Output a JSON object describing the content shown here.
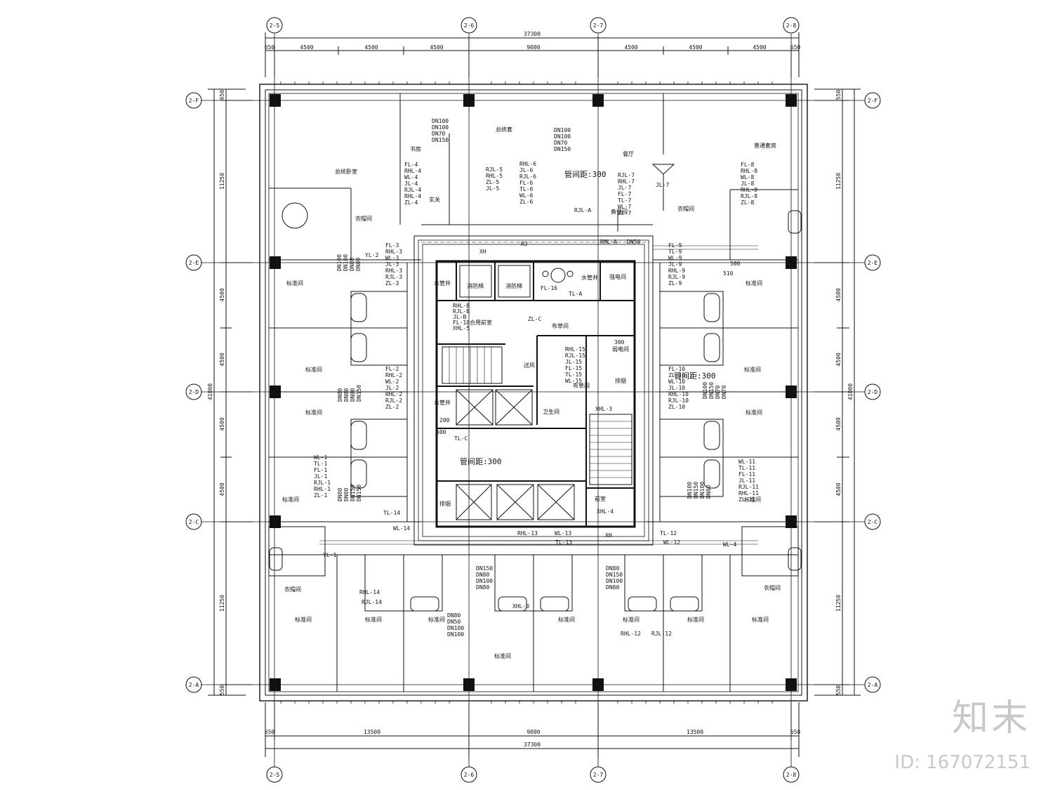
{
  "axes": {
    "top": [
      "2-5",
      "2-6",
      "2-7",
      "2-8"
    ],
    "left": [
      "2-F",
      "2-E",
      "2-D",
      "2-C",
      "2-A"
    ]
  },
  "dimensions": {
    "overall": "37300",
    "top_segments": [
      "650",
      "4500",
      "4500",
      "4500",
      "9000",
      "4500",
      "4500",
      "4500",
      "650"
    ],
    "bottom_segments": [
      "650",
      "13500",
      "9000",
      "13500",
      "650"
    ],
    "left_overall": "41800",
    "left_segments": [
      "650",
      "11250",
      "4500",
      "4500",
      "4500",
      "4500",
      "11250",
      "550"
    ],
    "right_overall": "41800",
    "right_segments": [
      "550",
      "11250",
      "4500",
      "4500",
      "4500",
      "4500",
      "11250",
      "550"
    ]
  },
  "rooms": {
    "presidential_suite": "总统套",
    "presidential_bedroom": "总统卧室",
    "study": "书房",
    "foyer": "玄关",
    "dining": "餐厅",
    "pantry": "备餐间",
    "standard_suite": "普通套房",
    "closet": "衣帽间",
    "standard_room": "标准间",
    "common_lobby": "合用前室",
    "lobby": "前室",
    "linen": "布草间",
    "pipe_shaft": "水管井",
    "fire_elevator": "消防梯",
    "weak_current": "弱电间",
    "strong_current": "强电间",
    "toilet": "卫生间",
    "exhaust": "送风",
    "smoke": "排烟"
  },
  "pipe_labels": {
    "group_nw": [
      "FL-4",
      "RHL-4",
      "WL-4",
      "JL-4",
      "RJL-4",
      "RHL-4",
      "ZL-4"
    ],
    "group_n1": [
      "RJL-5",
      "RHL-5",
      "ZL-5",
      "JL-5"
    ],
    "group_n2": [
      "RHL-6",
      "JL-6",
      "RJL-6",
      "FL-6",
      "TL-6",
      "WL-6",
      "ZL-6"
    ],
    "group_n3": [
      "RJL-7",
      "RHL-7",
      "JL-7",
      "FL-7",
      "TL-7",
      "WL-7",
      "ZL-7"
    ],
    "group_ne": [
      "FL-8",
      "RHL-8",
      "WL-8",
      "JL-8",
      "RHL-8",
      "RJL-8",
      "ZL-8"
    ],
    "group_w1": [
      "FL-3",
      "RHL-3",
      "WL-3",
      "JL-3",
      "RHL-3",
      "RJL-3",
      "ZL-3"
    ],
    "group_w2": [
      "FL-2",
      "RHL-2",
      "WL-2",
      "JL-2",
      "RHL-2",
      "RJL-2",
      "ZL-2"
    ],
    "group_w3": [
      "WL-1",
      "TL-1",
      "FL-1",
      "JL-1",
      "RJL-1",
      "RHL-1",
      "ZL-1"
    ],
    "group_e1": [
      "FL-9",
      "TL-9",
      "WL-9",
      "JL-9",
      "RHL-9",
      "RJL-9",
      "ZL-9"
    ],
    "group_e2": [
      "FL-10",
      "ZL-10",
      "WL-10",
      "JL-10",
      "RHL-10",
      "RJL-10",
      "ZL-10"
    ],
    "group_e3": [
      "WL-11",
      "TL-11",
      "FL-11",
      "JL-11",
      "RJL-11",
      "RHL-11",
      "ZL-11"
    ],
    "group_core": [
      "RHL-B",
      "RJL-B",
      "JL-B",
      "FL-18",
      "XHL-5"
    ],
    "group_core2": [
      "RHL-15",
      "RJL-15",
      "JL-15",
      "FL-15",
      "TL-15",
      "WL-15"
    ],
    "dn_a": [
      "DN100",
      "DN100",
      "DN70",
      "DN150"
    ],
    "dn_b": [
      "DN100",
      "DN100",
      "DN70",
      "DN150"
    ],
    "dn_c": [
      "DN100",
      "DN100",
      "DN80",
      "DN80"
    ],
    "dn_d": [
      "DN80",
      "DN80",
      "DN80",
      "DN150"
    ],
    "dn_e": [
      "DN80",
      "DN80",
      "DN150",
      "DN150"
    ],
    "dn_f": [
      "DN100",
      "DN150",
      "DN70",
      "DN70"
    ],
    "dn_g": [
      "DN100",
      "DN150",
      "DN100",
      "DN80"
    ],
    "dn_h": [
      "DN150",
      "DN80",
      "DN100",
      "DN80"
    ],
    "dn_i": [
      "DN80",
      "DN150",
      "DN100",
      "DN80"
    ],
    "dn_j": [
      "DN80",
      "DN50",
      "DN100",
      "DN100"
    ],
    "misc": [
      "YL-2",
      "YL-1",
      "RML-A",
      "DN50",
      "XH",
      "RJ",
      "TL-A",
      "TL-C",
      "ZL-C",
      "FL-16",
      "XHL-3",
      "XHL-4",
      "XHL-0",
      "RHL-12",
      "RJL-12",
      "RHL-14",
      "RJL-14",
      "TL-14",
      "WL-14",
      "RHL-13",
      "TL-13",
      "WL-13",
      "TL-12",
      "WL-12",
      "WL-4",
      "XH",
      "RJL-A",
      "JL-7",
      "300",
      "200",
      "600",
      "510",
      "500"
    ],
    "note_pipe_spacing": "管间距:300"
  },
  "watermark": {
    "logo": "知末",
    "id": "ID: 167072151"
  }
}
